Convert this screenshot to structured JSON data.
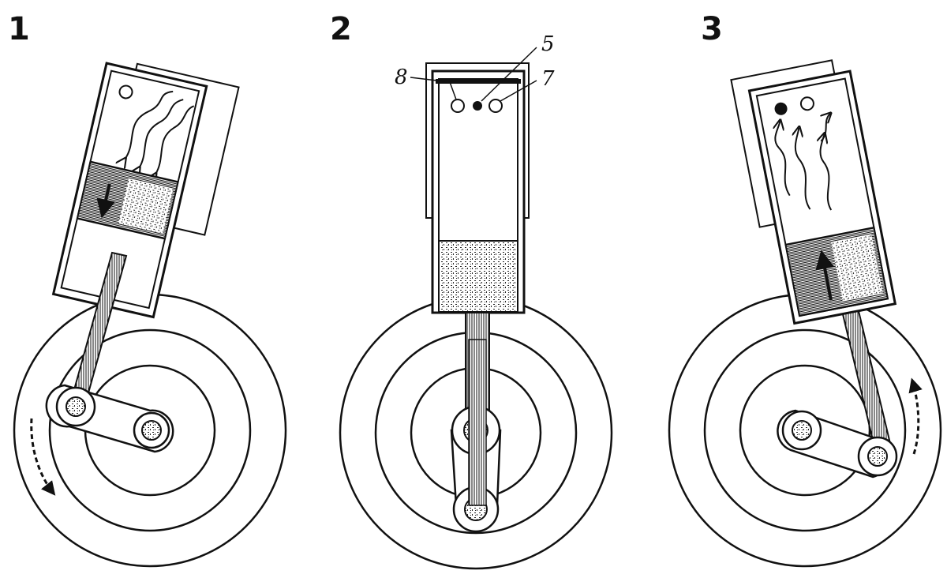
{
  "panels": [
    {
      "number": "1",
      "phase": "downstroke",
      "arrow": "down-arrow"
    },
    {
      "number": "2",
      "phase": "bottom"
    },
    {
      "number": "3",
      "phase": "upstroke",
      "arrow": "up-arrow"
    }
  ],
  "part_labels": {
    "p5": "5",
    "p7": "7",
    "p8": "8"
  },
  "colors": {
    "ink": "#111111",
    "paper": "#ffffff"
  }
}
